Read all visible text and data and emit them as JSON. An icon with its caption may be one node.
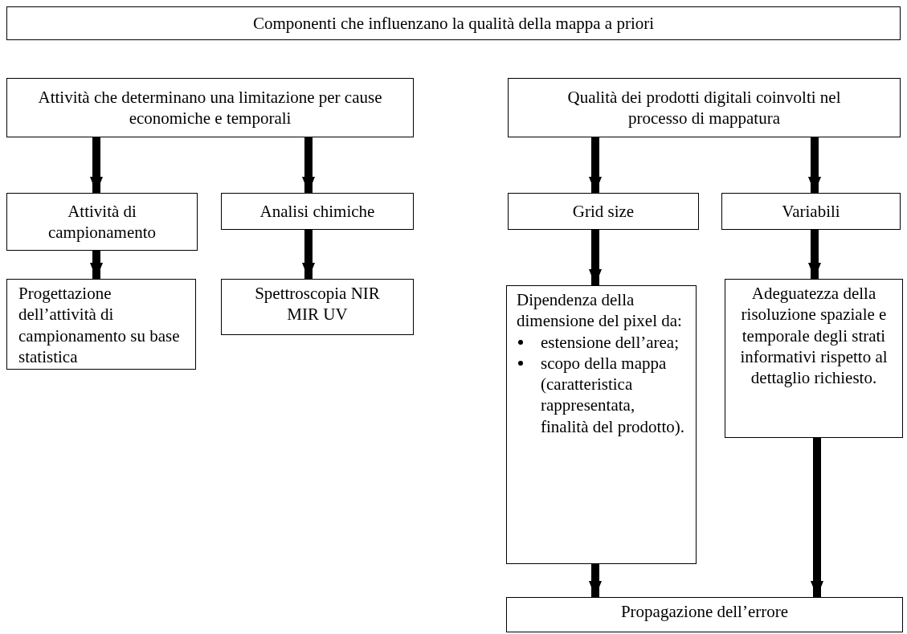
{
  "diagram": {
    "nodes": [
      {
        "text": [
          "Componenti che influenzano la qualità della mappa a priori"
        ]
      },
      {
        "text": [
          "Attività che determinano una limitazione per cause economiche e temporali"
        ]
      },
      {
        "text": [
          "Qualità dei prodotti digitali coinvolti nel processo di mappatura"
        ]
      },
      {
        "text": [
          "Attività di campionamento"
        ]
      },
      {
        "text": [
          "Analisi chimiche"
        ]
      },
      {
        "text": [
          "Grid size"
        ]
      },
      {
        "text": [
          "Variabili"
        ]
      },
      {
        "text": [
          "Progettazione dell’attività di campionamento su base statistica"
        ]
      },
      {
        "text": [
          "Spettroscopia NIR MIR UV"
        ]
      },
      {
        "text": [
          "Dipendenza della dimensione del pixel da:",
          "estensione dell’area;",
          "scopo della mappa (caratteristica rappresentata, finalità del prodotto)."
        ]
      },
      {
        "text": [
          "Adeguatezza della risoluzione spaziale e temporale degli strati informativi rispetto al dettaglio richiesto."
        ]
      },
      {
        "text": [
          "Propagazione dell’errore"
        ]
      }
    ],
    "edges": [
      {
        "from": 1,
        "to": 3,
        "arrow": "to"
      },
      {
        "from": 1,
        "to": 4,
        "arrow": "to"
      },
      {
        "from": 2,
        "to": 5,
        "arrow": "to"
      },
      {
        "from": 2,
        "to": 6,
        "arrow": "to"
      },
      {
        "from": 3,
        "to": 7,
        "arrow": "to"
      },
      {
        "from": 4,
        "to": 8,
        "arrow": "to"
      },
      {
        "from": 5,
        "to": 9,
        "arrow": "to"
      },
      {
        "from": 6,
        "to": 10,
        "arrow": "to"
      },
      {
        "from": 9,
        "to": 11,
        "arrow": "to"
      },
      {
        "from": 10,
        "to": 11,
        "arrow": "to"
      }
    ]
  }
}
